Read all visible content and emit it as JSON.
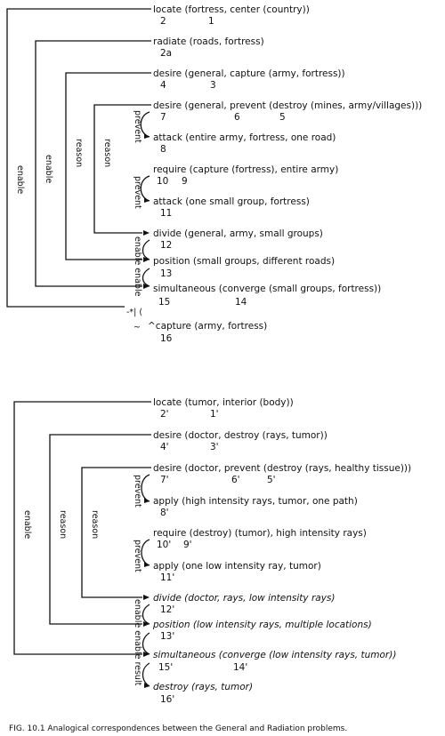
{
  "top": {
    "propositions": [
      {
        "text": "locate (fortress, center (country))",
        "nums": [
          "2",
          "1"
        ]
      },
      {
        "text": "radiate (roads, fortress)",
        "nums": [
          "2a"
        ]
      },
      {
        "text": "desire (general, capture (army, fortress))",
        "nums": [
          "4",
          "3"
        ]
      },
      {
        "text": "desire (general, prevent (destroy (mines, army/villages)))",
        "nums": [
          "7",
          "6",
          "5"
        ]
      },
      {
        "text": "attack (entire army, fortress, one road)",
        "nums": [
          "8"
        ]
      },
      {
        "text": "require (capture (fortress), entire army)",
        "nums": [
          "10",
          "9"
        ]
      },
      {
        "text": "attack (one small group, fortress)",
        "nums": [
          "11"
        ]
      },
      {
        "text": "divide (general, army, small groups)",
        "nums": [
          "12"
        ]
      },
      {
        "text": "position (small groups, different roads)",
        "nums": [
          "13"
        ]
      },
      {
        "text": "simultaneous (converge (small groups, fortress))",
        "nums": [
          "15",
          "14"
        ]
      },
      {
        "text": "^capture (army, fortress)",
        "nums": [
          "16"
        ]
      }
    ],
    "relations": {
      "enable": "enable",
      "reason": "reason",
      "prevent": "prevent",
      "enable_enable": "enable enable"
    },
    "stray_mark": "~",
    "arrow_mark": "-*|  ("
  },
  "bottom": {
    "propositions": [
      {
        "text": "locate (tumor, interior (body))",
        "nums": [
          "2'",
          "1'"
        ]
      },
      {
        "text": "desire (doctor, destroy (rays, tumor))",
        "nums": [
          "4'",
          "3'"
        ]
      },
      {
        "text": "desire (doctor, prevent (destroy (rays, healthy tissue)))",
        "nums": [
          "7'",
          "6'",
          "5'"
        ]
      },
      {
        "text": "apply (high intensity rays, tumor, one path)",
        "nums": [
          "8'"
        ]
      },
      {
        "text": "require (destroy) (tumor), high intensity rays)",
        "nums": [
          "10'",
          "9'"
        ]
      },
      {
        "text": "apply (one low intensity ray, tumor)",
        "nums": [
          "11'"
        ]
      },
      {
        "text": "divide (doctor, rays, low intensity rays)",
        "nums": [
          "12'"
        ]
      },
      {
        "text": "position (low intensity rays, multiple locations)",
        "nums": [
          "13'"
        ]
      },
      {
        "text": "simultaneous (converge (low intensity rays, tumor))",
        "nums": [
          "15'",
          "14'"
        ]
      },
      {
        "text": "destroy (rays, tumor)",
        "nums": [
          "16'"
        ]
      }
    ],
    "relations": {
      "enable": "enable",
      "reason": "reason",
      "prevent": "prevent",
      "enable_enable_result": "enable enable result"
    }
  },
  "caption": "FIG. 10.1 Analogical correspondences between the General and Radiation problems."
}
